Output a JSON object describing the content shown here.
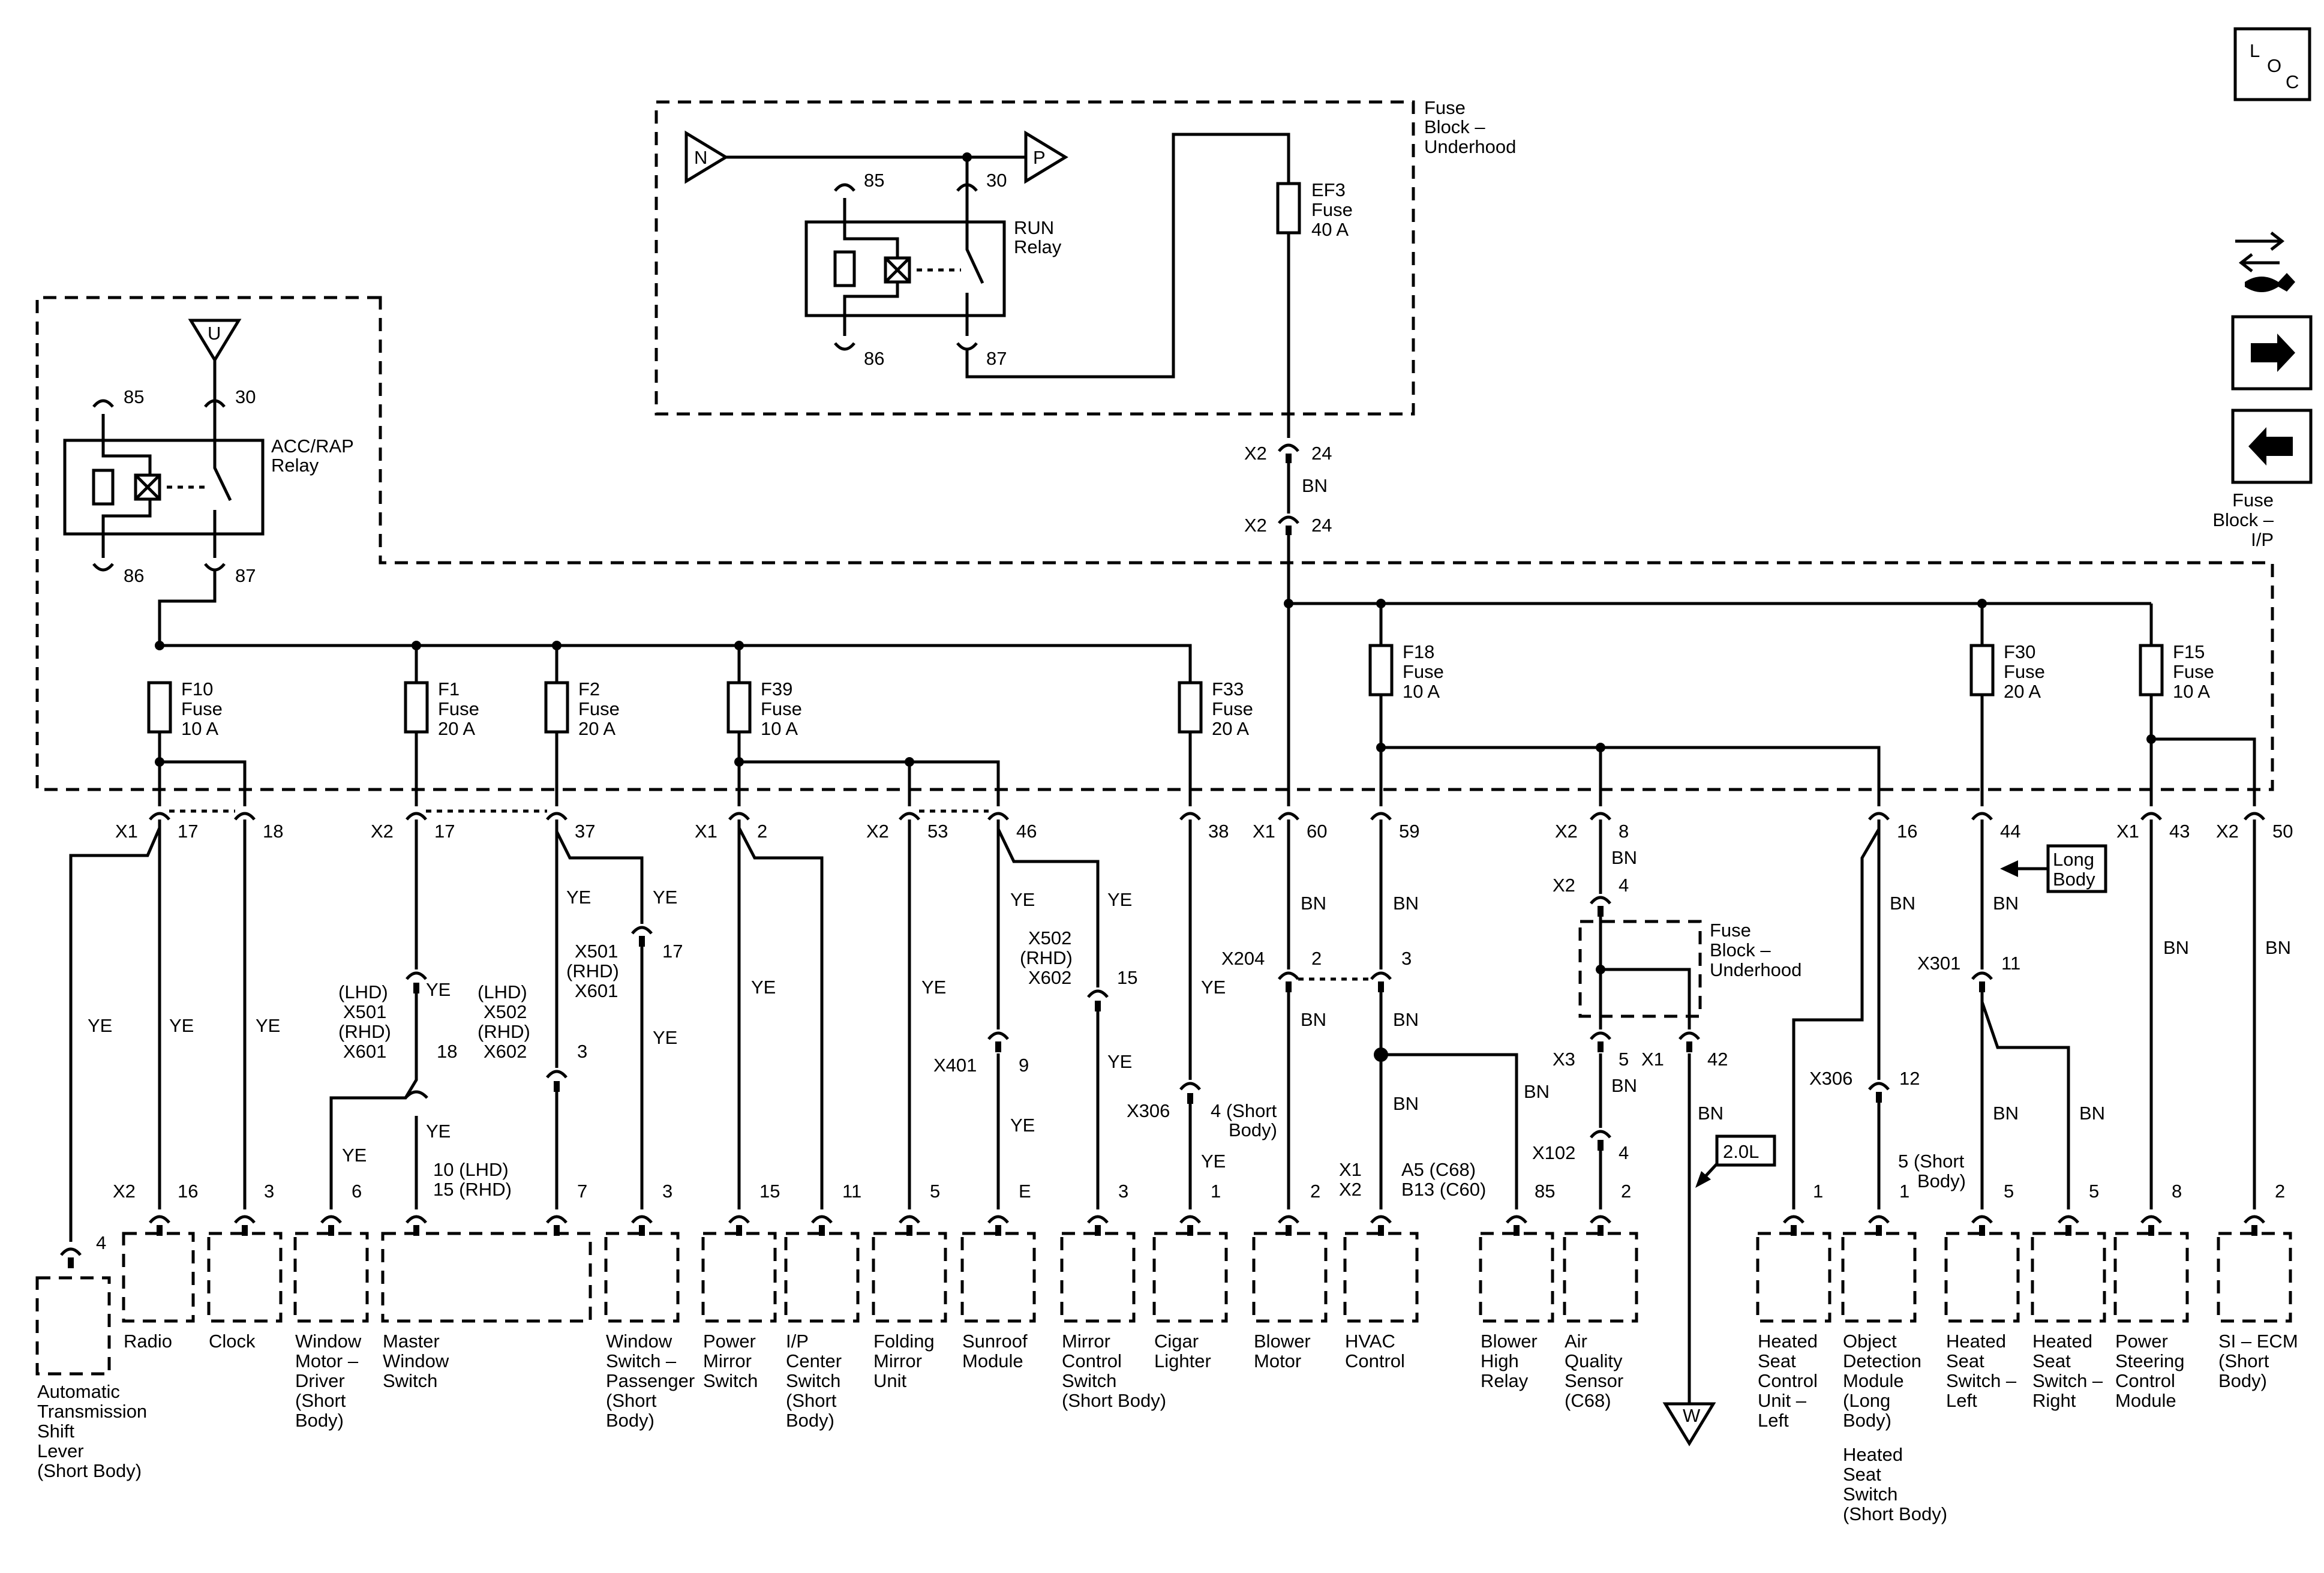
{
  "loc_badge": {
    "l": "L",
    "o": "O",
    "c": "C"
  },
  "nav_icons": [
    "wrench-swap-icon",
    "arrow-right-icon",
    "arrow-left-icon"
  ],
  "fuse_block_ip": {
    "line1": "Fuse",
    "line2": "Block –",
    "line3": "I/P"
  },
  "fuse_block_underhood": {
    "line1": "Fuse",
    "line2": "Block –",
    "line3": "Underhood"
  },
  "terminals": {
    "n": "N",
    "p": "P",
    "u": "U",
    "w": "W"
  },
  "run_relay": {
    "name1": "RUN",
    "name2": "Relay",
    "p85": "85",
    "p30": "30",
    "p86": "86",
    "p87": "87"
  },
  "acc_relay": {
    "name1": "ACC/RAP",
    "name2": "Relay",
    "p85": "85",
    "p30": "30",
    "p86": "86",
    "p87": "87"
  },
  "ef3": {
    "name": "EF3",
    "type": "Fuse",
    "rating": "40 A"
  },
  "x2_24": {
    "conn": "X2",
    "pin": "24",
    "wire": "BN"
  },
  "fuses": [
    {
      "name": "F10",
      "type": "Fuse",
      "rating": "10 A"
    },
    {
      "name": "F1",
      "type": "Fuse",
      "rating": "20 A"
    },
    {
      "name": "F2",
      "type": "Fuse",
      "rating": "20 A"
    },
    {
      "name": "F39",
      "type": "Fuse",
      "rating": "10 A"
    },
    {
      "name": "F33",
      "type": "Fuse",
      "rating": "20 A"
    },
    {
      "name": "F18",
      "type": "Fuse",
      "rating": "10 A"
    },
    {
      "name": "F30",
      "type": "Fuse",
      "rating": "20 A"
    },
    {
      "name": "F15",
      "type": "Fuse",
      "rating": "10 A"
    }
  ],
  "top_pins": {
    "x1a": "X1",
    "p17a": "17",
    "p18a": "18",
    "x2a": "X2",
    "p17b": "17",
    "p37": "37",
    "x1b": "X1",
    "p2": "2",
    "x2b": "X2",
    "p53": "53",
    "p46": "46",
    "p38": "38",
    "x1c": "X1",
    "p60": "60",
    "p59": "59",
    "x2c": "X2",
    "p8": "8",
    "p16": "16",
    "p44": "44",
    "x1d": "X1",
    "p43": "43",
    "x2d": "X2",
    "p50": "50"
  },
  "wire_colors": {
    "ye": "YE",
    "bn": "BN"
  },
  "mid": {
    "lhd1": "(LHD)",
    "x501a": "X501",
    "rhd1": "(RHD)",
    "x601a": "X601",
    "p18": "18",
    "lhd2": "(LHD)",
    "x502a": "X502",
    "rhd2": "(RHD)",
    "x602a": "X602",
    "p3a": "3",
    "x501b": "X501",
    "rhd3": "(RHD)",
    "x601b": "X601",
    "p17c": "17",
    "x502b": "X502",
    "rhd4": "(RHD)",
    "x602b": "X602",
    "p15a": "15",
    "x401": "X401",
    "p9": "9",
    "x306a": "X306",
    "p4a": "4 (Short",
    "body1": "Body)",
    "x204": "X204",
    "p2b": "2",
    "p3b": "3",
    "x2e": "X2",
    "p4b": "4",
    "x3": "X3",
    "p5": "5",
    "x1e": "X1",
    "p42": "42",
    "x102": "X102",
    "p4c": "4",
    "x306b": "X306",
    "p12": "12",
    "x301": "X301",
    "p11": "11",
    "long1": "Long",
    "long2": "Body",
    "eng": "2.0L",
    "lhd_rhd1": "10 (LHD)",
    "lhd_rhd2": "15 (RHD)",
    "x1f": "X1",
    "x2f": "X2",
    "a5": "A5 (C68)",
    "b13": "B13 (C60)",
    "p5sb1": "5 (Short",
    "p5sb2": "Body)"
  },
  "bottom_pins": {
    "x2g": "X2",
    "p16": "16",
    "p3c": "3",
    "p4": "4",
    "p6": "6",
    "p7": "7",
    "p3d": "3",
    "p15": "15",
    "p11": "11",
    "p5a": "5",
    "pE": "E",
    "p3e": "3",
    "p1a": "1",
    "p2c": "2",
    "p85": "85",
    "p2d": "2",
    "p1b": "1",
    "p1c": "1",
    "p5b": "5",
    "p5c": "5",
    "p8": "8",
    "p2e": "2"
  },
  "components": [
    {
      "key": "radio",
      "lines": [
        "Radio"
      ]
    },
    {
      "key": "clock",
      "lines": [
        "Clock"
      ]
    },
    {
      "key": "window-motor-driver",
      "lines": [
        "Window",
        "Motor –",
        "Driver",
        "(Short",
        "Body)"
      ]
    },
    {
      "key": "master-window-switch",
      "lines": [
        "Master",
        "Window",
        "Switch"
      ]
    },
    {
      "key": "window-switch-passenger",
      "lines": [
        "Window",
        "Switch –",
        "Passenger",
        "(Short",
        "Body)"
      ]
    },
    {
      "key": "power-mirror-switch",
      "lines": [
        "Power",
        "Mirror",
        "Switch"
      ]
    },
    {
      "key": "ip-center-switch",
      "lines": [
        "I/P",
        "Center",
        "Switch",
        "(Short",
        "Body)"
      ]
    },
    {
      "key": "folding-mirror-unit",
      "lines": [
        "Folding",
        "Mirror",
        "Unit"
      ]
    },
    {
      "key": "sunroof-module",
      "lines": [
        "Sunroof",
        "Module"
      ]
    },
    {
      "key": "mirror-control-switch",
      "lines": [
        "Mirror",
        "Control",
        "Switch",
        "(Short Body)"
      ]
    },
    {
      "key": "cigar-lighter",
      "lines": [
        "Cigar",
        "Lighter"
      ]
    },
    {
      "key": "blower-motor",
      "lines": [
        "Blower",
        "Motor"
      ]
    },
    {
      "key": "hvac-control",
      "lines": [
        "HVAC",
        "Control"
      ]
    },
    {
      "key": "blower-high-relay",
      "lines": [
        "Blower",
        "High",
        "Relay"
      ]
    },
    {
      "key": "air-quality-sensor",
      "lines": [
        "Air",
        "Quality",
        "Sensor",
        "(C68)"
      ]
    },
    {
      "key": "heated-seat-control-unit",
      "lines": [
        "Heated",
        "Seat",
        "Control",
        "Unit –",
        "Left"
      ]
    },
    {
      "key": "object-detection-module",
      "lines": [
        "Object",
        "Detection",
        "Module",
        "(Long",
        "Body)",
        "Heated",
        "Seat",
        "Switch",
        "(Short Body)"
      ]
    },
    {
      "key": "heated-seat-switch-left",
      "lines": [
        "Heated",
        "Seat",
        "Switch –",
        "Left"
      ]
    },
    {
      "key": "heated-seat-switch-right",
      "lines": [
        "Heated",
        "Seat",
        "Switch –",
        "Right"
      ]
    },
    {
      "key": "power-steering-control-module",
      "lines": [
        "Power",
        "Steering",
        "Control",
        "Module"
      ]
    },
    {
      "key": "si-ecm",
      "lines": [
        "SI – ECM",
        "(Short",
        "Body)"
      ]
    },
    {
      "key": "auto-trans-shift-lever",
      "lines": [
        "Automatic",
        "Transmission",
        "Shift",
        "Lever",
        "(Short Body)"
      ]
    }
  ]
}
